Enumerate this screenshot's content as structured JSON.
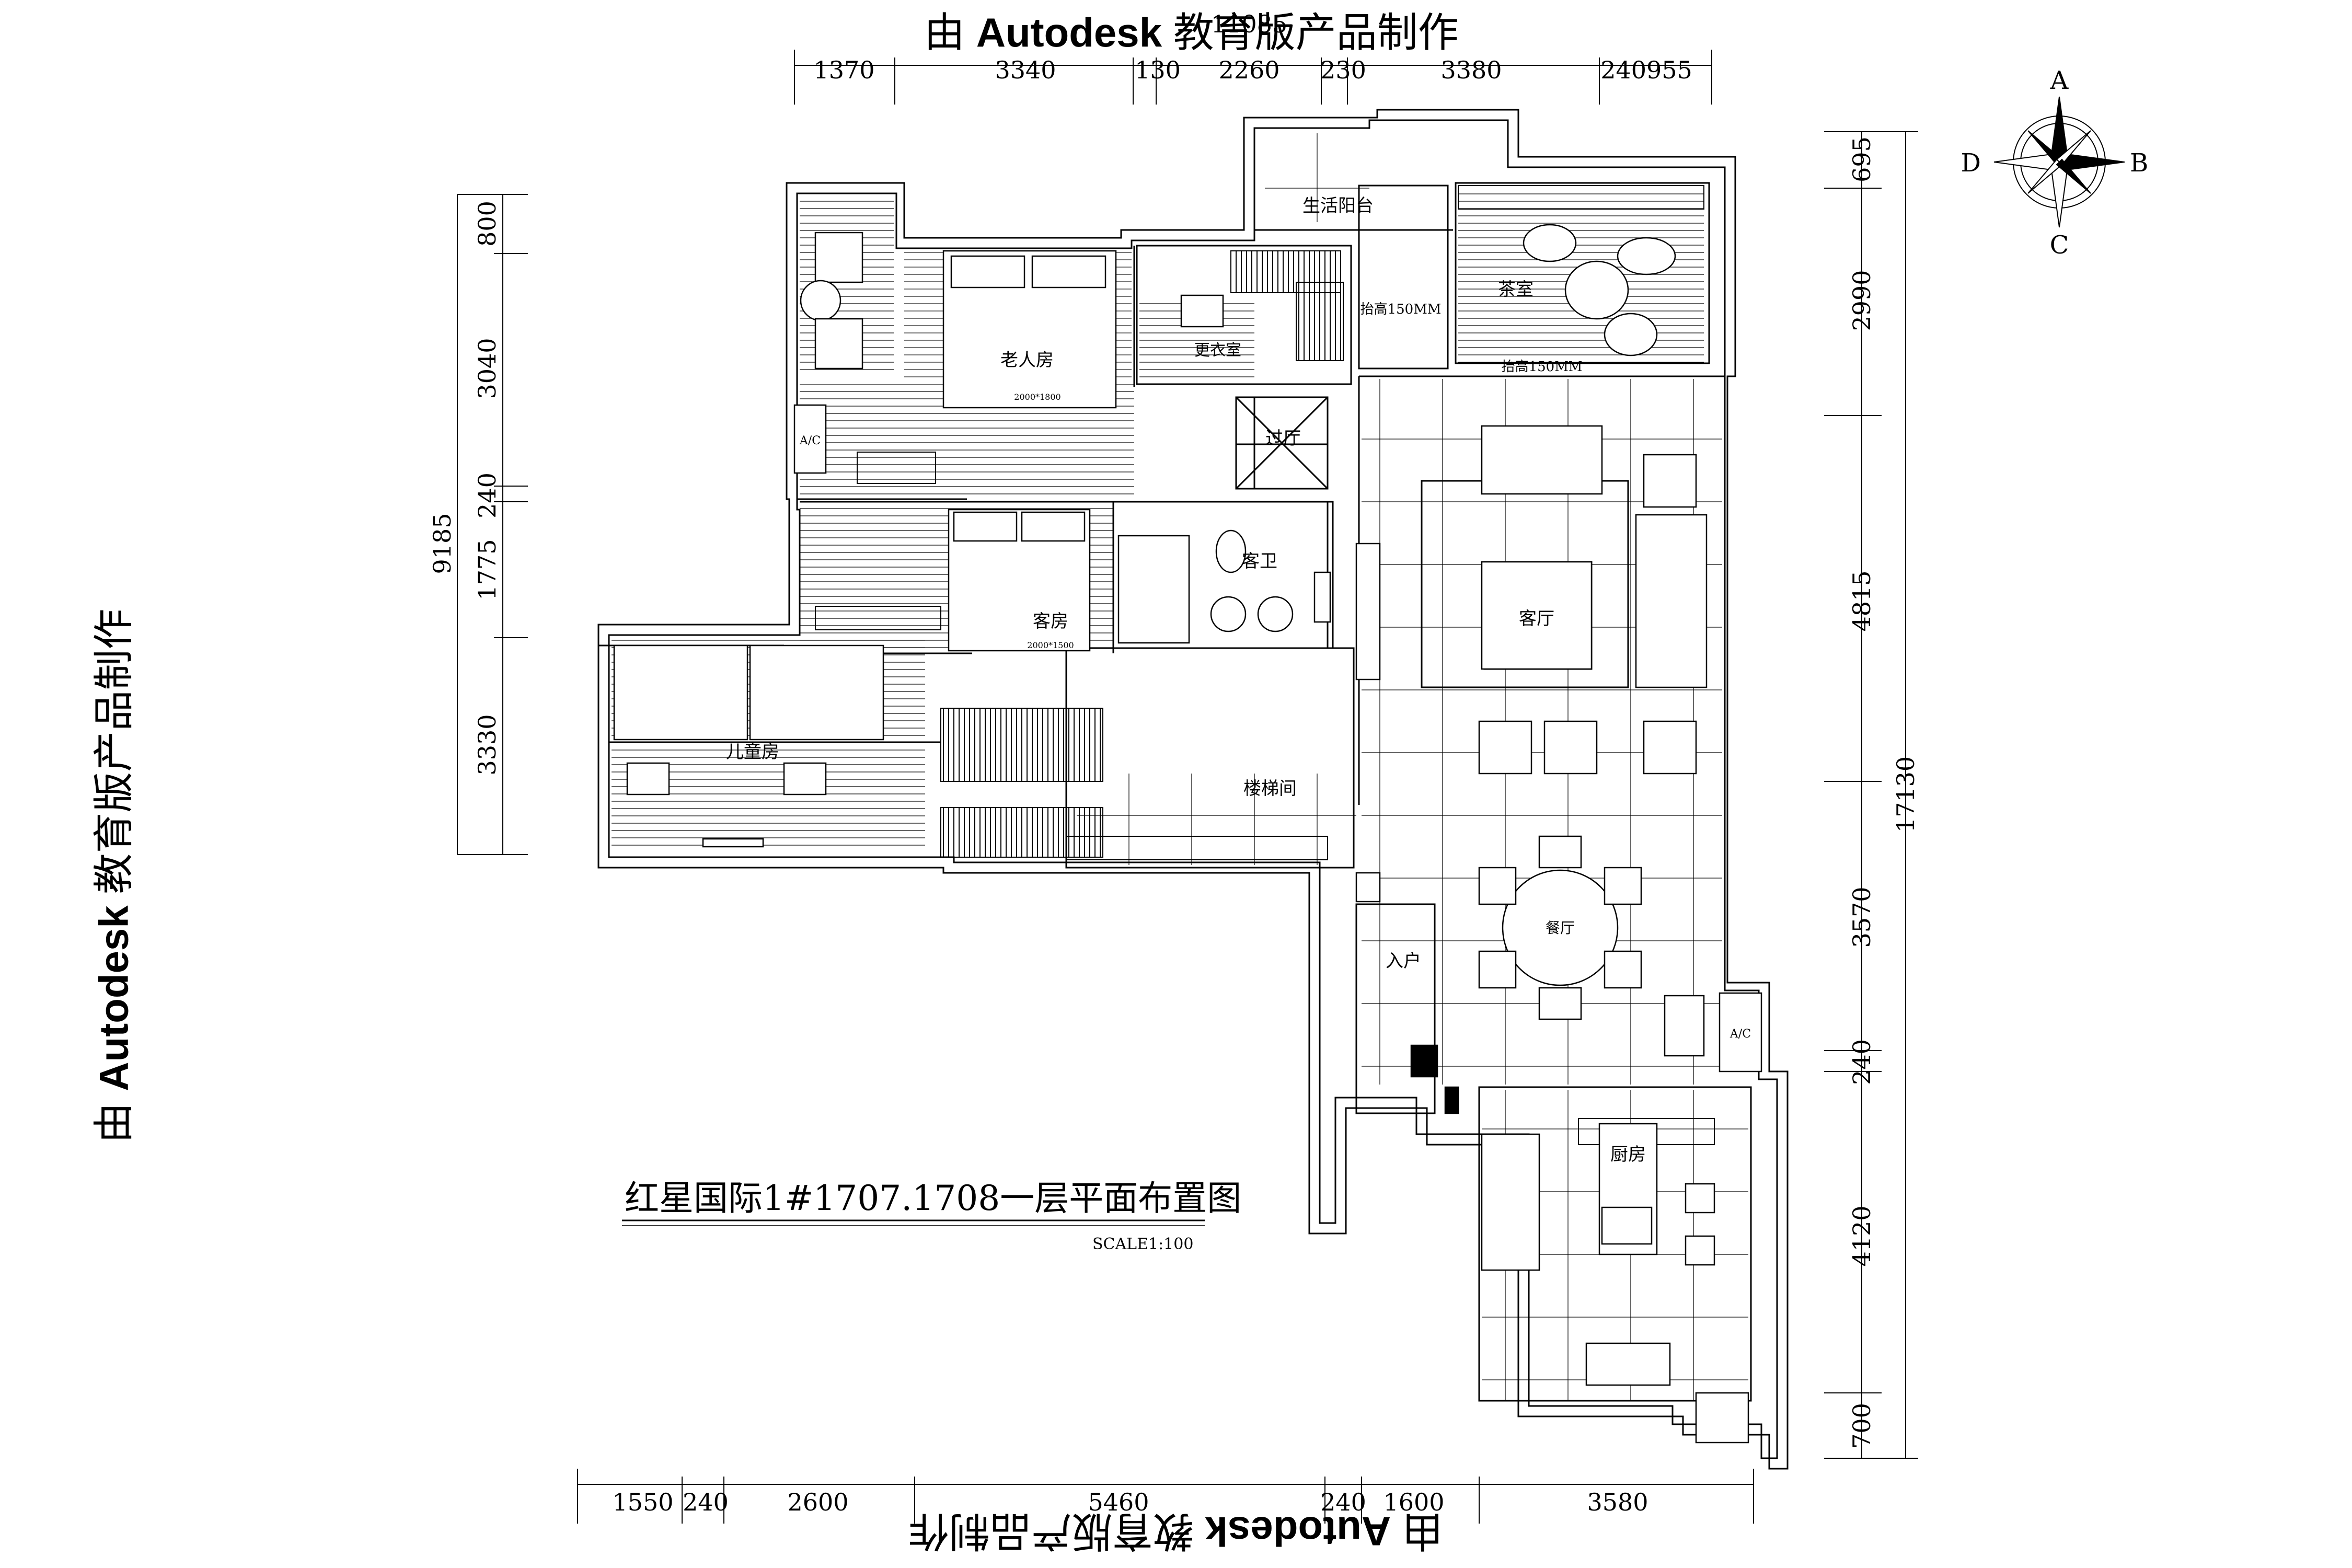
{
  "watermark": {
    "prefix": "由",
    "brand": "Autodesk",
    "suffix": "教育版产品制作"
  },
  "title": {
    "main": "红星国际1#1707.1708一层平面布置图",
    "scale": "SCALE1:100"
  },
  "compass": {
    "n": "A",
    "s": "C",
    "w": "D",
    "e": "B"
  },
  "dims": {
    "top": [
      "1370",
      "3340",
      "130",
      "2260",
      "230",
      "3380",
      "240955"
    ],
    "top_overlap": "11085",
    "bottom": [
      "1550",
      "240",
      "2600",
      "5460",
      "240",
      "1600",
      "3580"
    ],
    "left": [
      "800",
      "3040",
      "240",
      "1775",
      "3330"
    ],
    "left_total": "9185",
    "right": [
      "695",
      "2990",
      "4815",
      "3570",
      "240",
      "4120",
      "700"
    ],
    "right_total": "17130"
  },
  "rooms": {
    "balcony": "生活阳台",
    "tea": "茶室",
    "elder": "老人房",
    "elder_bed": "2000*1800",
    "closet": "更衣室",
    "step1": "抬高150MM",
    "step2": "抬高150MM",
    "hall": "过厅",
    "guest": "客房",
    "guest_bed": "2000*1500",
    "bath": "客卫",
    "living": "客厅",
    "kids": "儿童房",
    "stairs": "楼梯间",
    "dining": "餐厅",
    "entry": "入户",
    "kitchen": "厨房",
    "ac1": "A/C",
    "ac2": "A/C"
  }
}
